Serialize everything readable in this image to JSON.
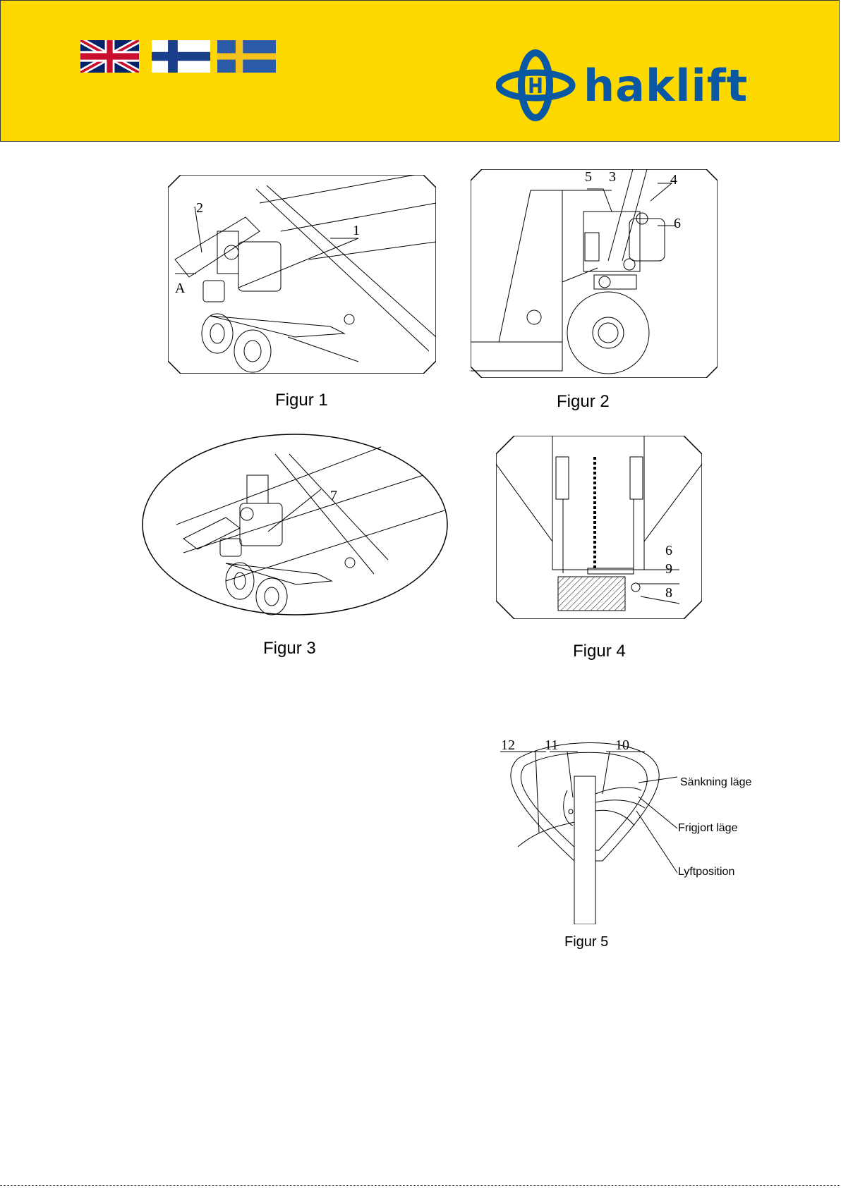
{
  "header": {
    "flags": [
      "uk-flag",
      "finland-flag",
      "sweden-flag"
    ],
    "brand": "haklift",
    "colors": {
      "header_bg": "#fdd900",
      "brand_blue": "#0a57a4"
    }
  },
  "figures": [
    {
      "caption": "Figur 1",
      "callouts": [
        "2",
        "1",
        "A"
      ]
    },
    {
      "caption": "Figur 2",
      "callouts": [
        "5",
        "3",
        "4",
        "6"
      ]
    },
    {
      "caption": "Figur 3",
      "callouts": [
        "7"
      ]
    },
    {
      "caption": "Figur 4",
      "callouts": [
        "6",
        "9",
        "8"
      ]
    },
    {
      "caption": "Figur 5",
      "callouts": [
        "12",
        "11",
        "10"
      ],
      "positions": [
        "Sänkning läge",
        "Frigjort läge",
        "Lyftposition"
      ]
    }
  ]
}
